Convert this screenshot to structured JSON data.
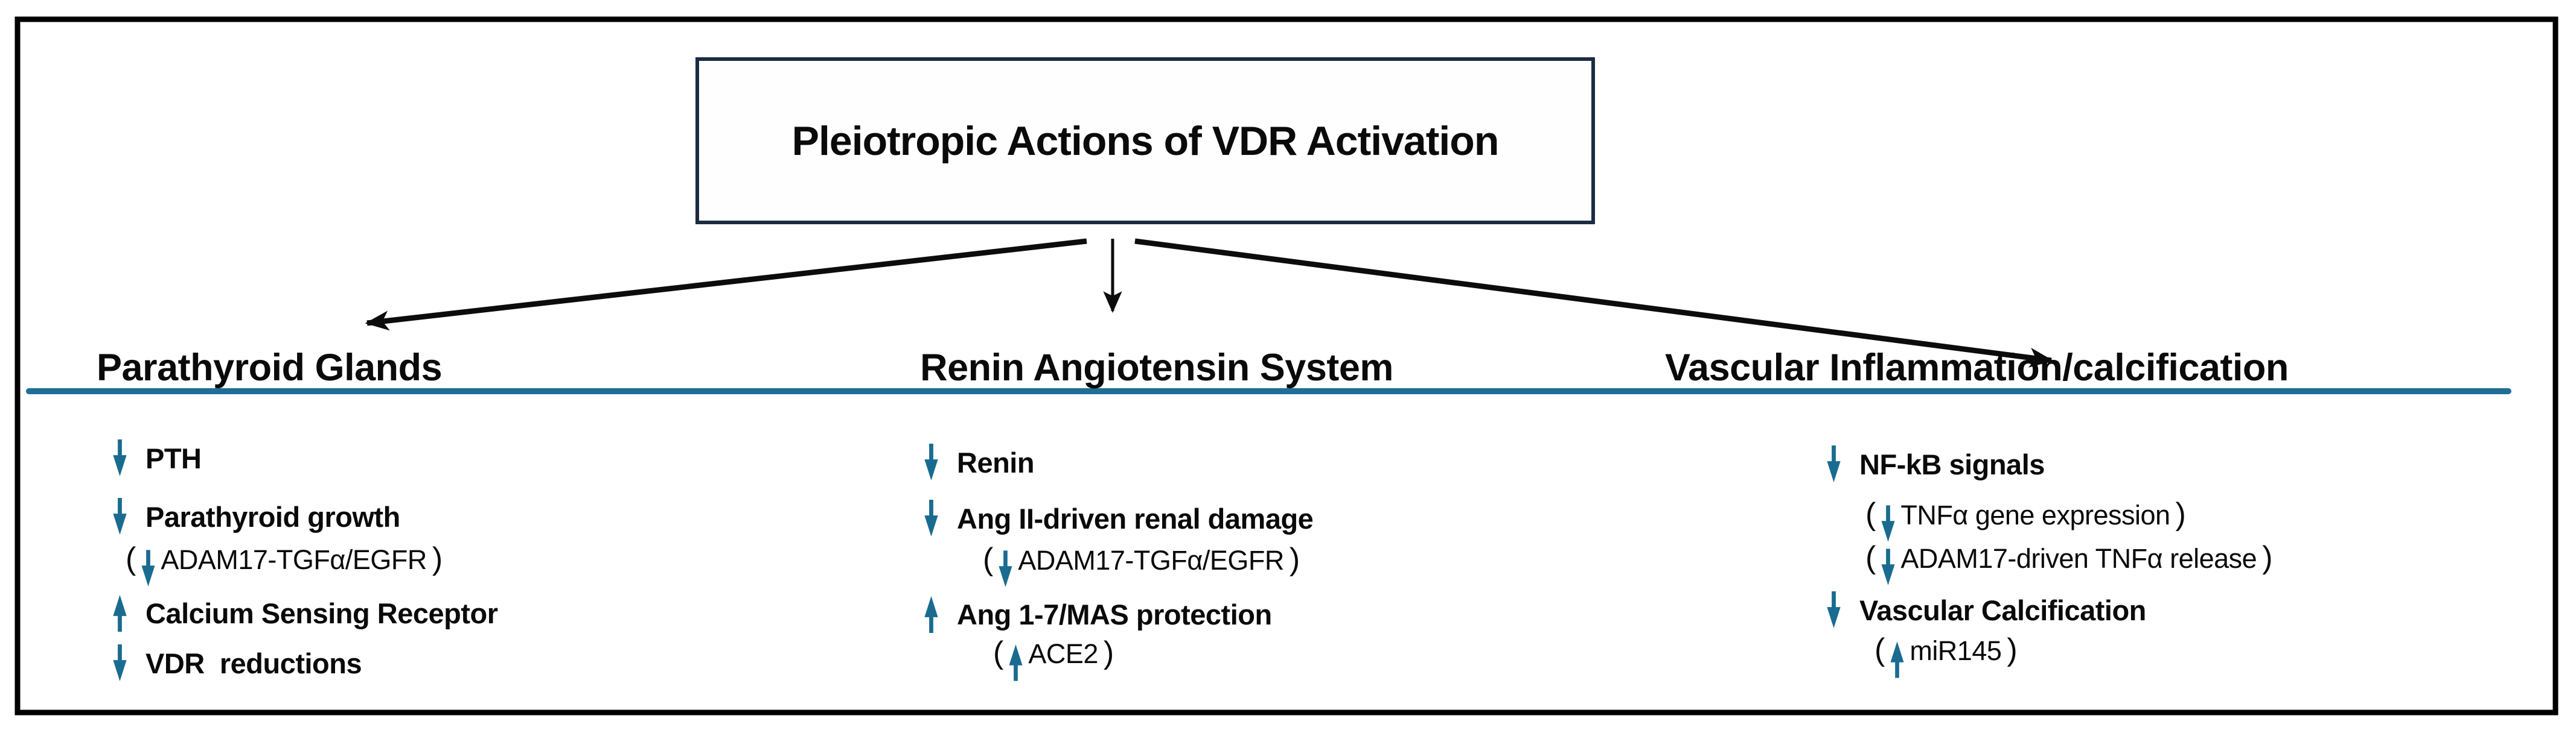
{
  "diagram": {
    "title": "Pleiotropic Actions of VDR Activation"
  },
  "punct": {
    "open": "(",
    "close": ")"
  },
  "colors": {
    "accent_arrow": "#1A6B90",
    "heading_underline": "#1E6E96",
    "title_box_border": "#1B2C42",
    "outer_border": "#000000",
    "text": "#0A0A0A"
  },
  "columns": [
    {
      "heading": "Parathyroid Glands",
      "items": [
        {
          "direction": "down",
          "label": "PTH",
          "bold": true,
          "paren": false
        },
        {
          "direction": "down",
          "label": "Parathyroid growth",
          "bold": true,
          "paren": false
        },
        {
          "direction": "down",
          "label": "ADAM17-TGFα/EGFR",
          "bold": false,
          "paren": true
        },
        {
          "direction": "up",
          "label": "Calcium Sensing Receptor",
          "bold": true,
          "paren": false
        },
        {
          "direction": "down",
          "label": "VDR  reductions",
          "bold": true,
          "paren": false
        }
      ]
    },
    {
      "heading": "Renin Angiotensin System",
      "items": [
        {
          "direction": "down",
          "label": "Renin",
          "bold": true,
          "paren": false
        },
        {
          "direction": "down",
          "label": "Ang II-driven renal damage",
          "bold": true,
          "paren": false
        },
        {
          "direction": "down",
          "label": "ADAM17-TGFα/EGFR",
          "bold": false,
          "paren": true
        },
        {
          "direction": "up",
          "label": "Ang 1-7/MAS protection",
          "bold": true,
          "paren": false
        },
        {
          "direction": "up",
          "label": "ACE2",
          "bold": false,
          "paren": true
        }
      ]
    },
    {
      "heading": "Vascular Inflammation/calcification",
      "items": [
        {
          "direction": "down",
          "label": "NF-kB signals",
          "bold": true,
          "paren": false
        },
        {
          "direction": "down",
          "label": "TNFα gene expression",
          "bold": false,
          "paren": true
        },
        {
          "direction": "down",
          "label": "ADAM17-driven TNFα release",
          "bold": false,
          "paren": true
        },
        {
          "direction": "down",
          "label": "Vascular Calcification",
          "bold": true,
          "paren": false
        },
        {
          "direction": "up",
          "label": "miR145",
          "bold": false,
          "paren": true
        }
      ]
    }
  ]
}
